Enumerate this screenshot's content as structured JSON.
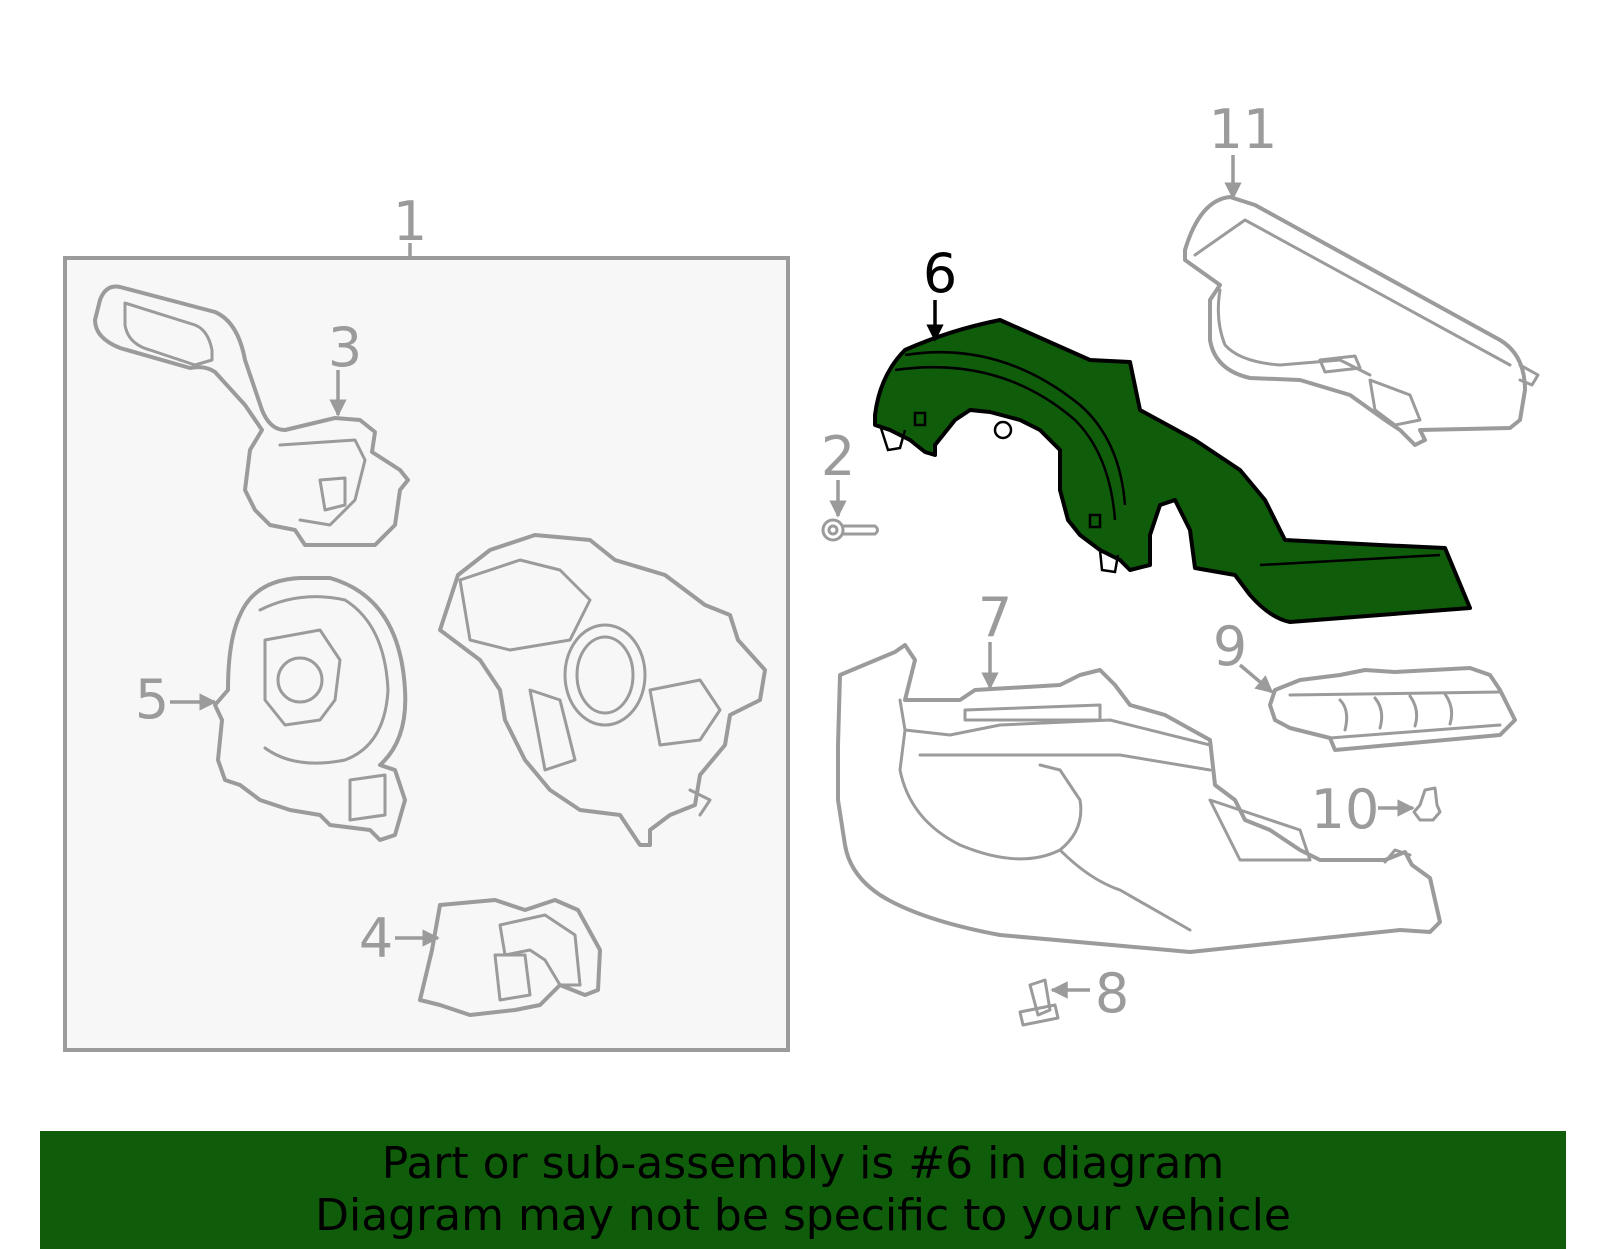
{
  "diagram": {
    "highlight_color": "#0f5c0a",
    "part_line_color": "#9b9b9b",
    "box_fill_color": "#f7f7f7",
    "callouts": {
      "c1": "1",
      "c2": "2",
      "c3": "3",
      "c4": "4",
      "c5": "5",
      "c6": "6",
      "c7": "7",
      "c8": "8",
      "c9": "9",
      "c10": "10",
      "c11": "11"
    }
  },
  "banner": {
    "line1": "Part or sub-assembly is #6 in diagram",
    "line2": "Diagram may not be specific to your vehicle"
  }
}
